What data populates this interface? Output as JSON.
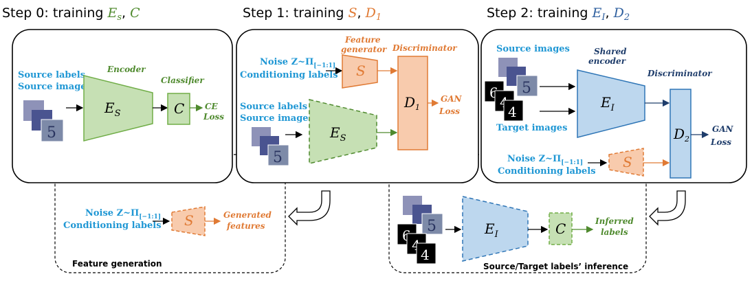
{
  "steps": {
    "step0": {
      "prefix": "Step 0: training ",
      "sym1": "E",
      "sub1": "s",
      "sep": ", ",
      "sym2": "C"
    },
    "step1": {
      "prefix": "Step 1: training ",
      "sym1": "S",
      "sep": ", ",
      "sym2": "D",
      "sub2": "1"
    },
    "step2": {
      "prefix": "Step 2: training ",
      "sym1": "E",
      "sub1": "I",
      "sep": ", ",
      "sym2": "D",
      "sub2": "2"
    }
  },
  "panel0": {
    "source_labels": "Source labels",
    "source_images": "Source images",
    "encoder_title": "Encoder",
    "encoder_sym": "E",
    "encoder_sub": "S",
    "classifier_title": "Classifier",
    "classifier_sym": "C",
    "loss_line1": "CE",
    "loss_line2": "Loss"
  },
  "panel1": {
    "noise_prefix": "Noise Z~Π",
    "noise_sub": "[−1:1]",
    "conditioning": "Conditioning labels",
    "generator_title_1": "Feature",
    "generator_title_2": "generator",
    "generator_sym": "S",
    "discriminator_title": "Discriminator",
    "disc_sym": "D",
    "disc_sub": "1",
    "loss_line1": "GAN",
    "loss_line2": "Loss",
    "source_labels": "Source labels",
    "source_images": "Source images",
    "encoder_sym": "E",
    "encoder_sub": "S"
  },
  "panel2": {
    "source_images": "Source images",
    "target_images": "Target images",
    "shared_1": "Shared",
    "shared_2": "encoder",
    "encoder_sym": "E",
    "encoder_sub": "I",
    "discriminator_title": "Discriminator",
    "disc_sym": "D",
    "disc_sub": "2",
    "loss_line1": "GAN",
    "loss_line2": "Loss",
    "noise_prefix": "Noise Z~Π",
    "noise_sub": "[−1:1]",
    "conditioning": "Conditioning labels",
    "generator_sym": "S"
  },
  "feature_generation": {
    "noise_prefix": "Noise Z~Π",
    "noise_sub": "[−1:1]",
    "conditioning": "Conditioning labels",
    "generator_sym": "S",
    "output_1": "Generated",
    "output_2": "features",
    "caption": "Feature generation"
  },
  "inference": {
    "encoder_sym": "E",
    "encoder_sub": "I",
    "classifier_sym": "C",
    "output_1": "Inferred",
    "output_2": "labels",
    "caption": "Source/Target labels’ inference"
  },
  "colors": {
    "blue_label": "#1f97d4",
    "green": "#4f8a2e",
    "green_fill": "#c6e0b4",
    "orange": "#e07a34",
    "orange_fill": "#f8cbad",
    "navy": "#1f3d6b",
    "blue_fill": "#bdd7ee",
    "blue_stroke": "#2e75b6"
  }
}
